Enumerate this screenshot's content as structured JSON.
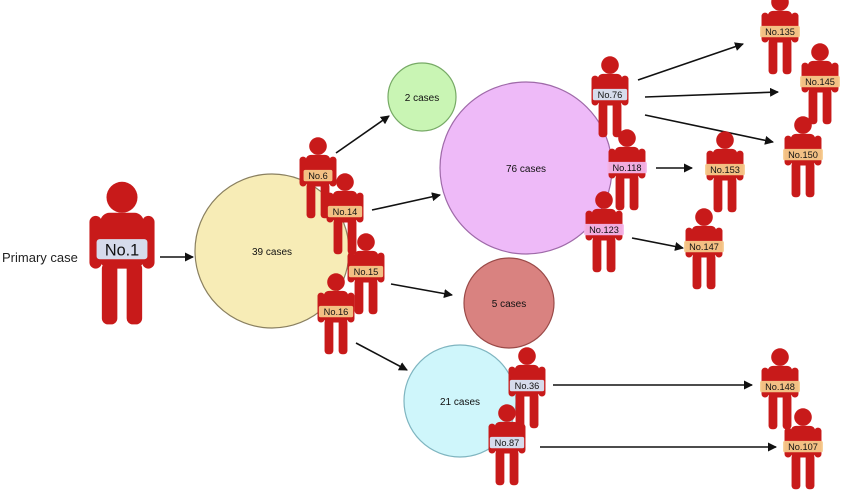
{
  "primary_label": "Primary case",
  "colors": {
    "person": "#c81a1a",
    "arrow": "#111111",
    "tag_blue": "#d7e6f7",
    "tag_orange": "#f5c98a",
    "tag_pink": "#f3b5ea"
  },
  "clusters": [
    {
      "id": "c39",
      "label": "39 cases",
      "fill": "#f7ecb6",
      "stroke": "#8a8060"
    },
    {
      "id": "c2",
      "label": "2 cases",
      "fill": "#c9f5b4",
      "stroke": "#77aa66"
    },
    {
      "id": "c76",
      "label": "76 cases",
      "fill": "#eebaf8",
      "stroke": "#9f6aa9"
    },
    {
      "id": "c5",
      "label": "5 cases",
      "fill": "#d98280",
      "stroke": "#9a4a48"
    },
    {
      "id": "c21",
      "label": "21 cases",
      "fill": "#cff6fb",
      "stroke": "#7fb5c0"
    }
  ],
  "people": [
    {
      "id": "p1",
      "label": "No.1",
      "tag": "blue"
    },
    {
      "id": "p6",
      "label": "No.6",
      "tag": "orange"
    },
    {
      "id": "p14",
      "label": "No.14",
      "tag": "orange"
    },
    {
      "id": "p15",
      "label": "No.15",
      "tag": "orange"
    },
    {
      "id": "p16",
      "label": "No.16",
      "tag": "orange"
    },
    {
      "id": "p76",
      "label": "No.76",
      "tag": "blue"
    },
    {
      "id": "p118",
      "label": "No.118",
      "tag": "pink"
    },
    {
      "id": "p123",
      "label": "No.123",
      "tag": "pink"
    },
    {
      "id": "p36",
      "label": "No.36",
      "tag": "blue"
    },
    {
      "id": "p87",
      "label": "No.87",
      "tag": "blue"
    },
    {
      "id": "p135",
      "label": "No.135",
      "tag": "orange"
    },
    {
      "id": "p145",
      "label": "No.145",
      "tag": "orange"
    },
    {
      "id": "p150",
      "label": "No.150",
      "tag": "orange"
    },
    {
      "id": "p153",
      "label": "No.153",
      "tag": "orange"
    },
    {
      "id": "p147",
      "label": "No.147",
      "tag": "orange"
    },
    {
      "id": "p148",
      "label": "No.148",
      "tag": "orange"
    },
    {
      "id": "p107",
      "label": "No.107",
      "tag": "orange"
    }
  ],
  "links": [
    {
      "from": "p1",
      "to": "c39"
    },
    {
      "from": "p6",
      "to": "c2"
    },
    {
      "from": "p14",
      "to": "c76"
    },
    {
      "from": "p15",
      "to": "c5"
    },
    {
      "from": "p16",
      "to": "c21"
    },
    {
      "from": "p76",
      "to": "p135"
    },
    {
      "from": "p76",
      "to": "p145"
    },
    {
      "from": "p76",
      "to": "p150"
    },
    {
      "from": "p118",
      "to": "p153"
    },
    {
      "from": "p123",
      "to": "p147"
    },
    {
      "from": "p36",
      "to": "p148"
    },
    {
      "from": "p87",
      "to": "p107"
    }
  ]
}
